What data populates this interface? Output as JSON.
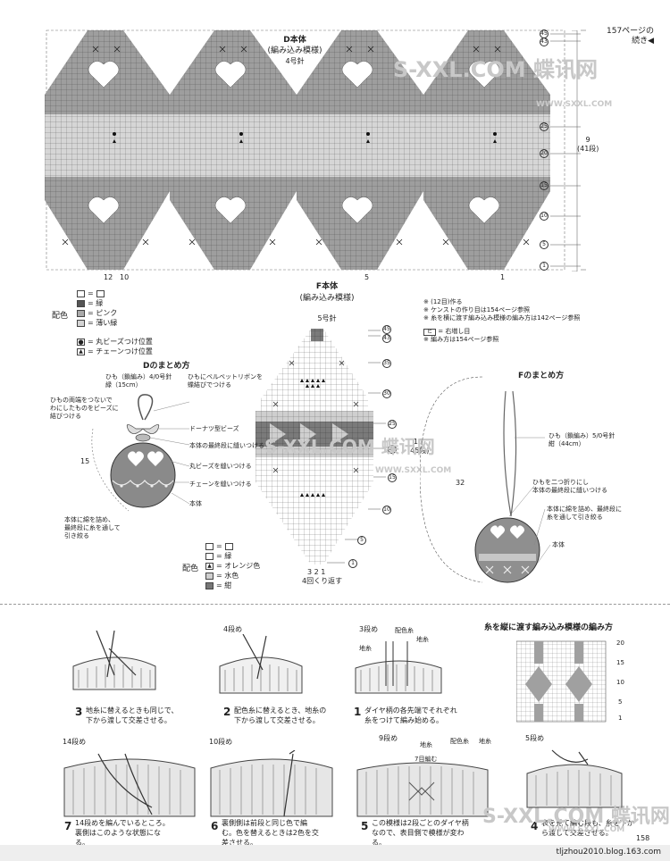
{
  "page": {
    "continue_note": "157ページの\n続き◀",
    "page_number": "158",
    "footer": "tljzhou2010.blog.163.com"
  },
  "watermarks": {
    "site": "S-XXL.COM 蝶讯网",
    "url": "WWW.SXXL.COM"
  },
  "chart_d": {
    "title": "D本体",
    "subtitle": "(編み込み模様)",
    "needle": "4号針",
    "bottom_numbers": [
      "12",
      "10",
      "5",
      "1"
    ],
    "right_rows": [
      "45",
      "43",
      "25",
      "20",
      "15",
      "10",
      "5",
      "1"
    ],
    "right_note": "9\n(41段)",
    "colors": {
      "dark": "#6b6b6b",
      "mid": "#a9a9a9",
      "light": "#ffffff"
    }
  },
  "legend_d": {
    "label": "配色",
    "items": [
      {
        "sym": "□=□",
        "text": "="
      },
      {
        "sym": "■",
        "text": "= 緑"
      },
      {
        "sym": "▨",
        "text": "= ピンク"
      },
      {
        "sym": "▦",
        "text": "= 薄い緑"
      }
    ],
    "beads": [
      {
        "sym": "●",
        "text": "= 丸ビーズつけ位置"
      },
      {
        "sym": "▲",
        "text": "= チェーンつけ位置"
      }
    ]
  },
  "notes_top": {
    "lines": [
      "※ (12目)作る",
      "※ ケンストの作り目は154ページ参照",
      "※ 糸を横に渡す編み込み模様の編み方は142ページ参照"
    ],
    "symbol_line": "= 右増し目",
    "symbol_line2": "※ 編み方は154ページ参照"
  },
  "chart_f": {
    "title": "F本体",
    "subtitle": "(編み込み模様)",
    "needle": "5号針",
    "bottom_numbers": "3 2 1",
    "bottom_note": "4回くり返す",
    "right_rows": [
      "45",
      "43",
      "35",
      "30",
      "25",
      "20",
      "15",
      "10",
      "5",
      "1"
    ],
    "right_note": "10\n(45段)"
  },
  "legend_f": {
    "label": "配色",
    "items": [
      {
        "sym": "□=□",
        "text": ""
      },
      {
        "sym": "□",
        "text": "= 緑"
      },
      {
        "sym": "▲",
        "text": "= オレンジ色"
      },
      {
        "sym": "▦",
        "text": "= 水色"
      },
      {
        "sym": "■",
        "text": "= 紺"
      }
    ]
  },
  "d_assembly": {
    "title": "Dのまとめ方",
    "cord": "ひも（鎖編み）4/0号針\n緑（15cm）",
    "labels": [
      "ひもにベルベットリボンを\n蝶結びでつける",
      "ドーナツ型ビーズ",
      "本体の最終段に縫いつける",
      "丸ビーズを縫いつける",
      "チェーンを縫いつける",
      "本体"
    ],
    "left_note": "ひもの両端をつないで\nわにしたものをビーズに\n結びつける",
    "bottom_note": "本体に綿を詰め、\n最終段に糸を通して\n引き絞る",
    "height": "15"
  },
  "f_assembly": {
    "title": "Fのまとめ方",
    "cord": "ひも（鎖編み）5/0号針\n紺（44cm）",
    "fold_note": "ひもを二つ折りにし\n本体の最終段に縫いつける",
    "fill_note": "本体に綿を詰め、最終段に\n糸を通して引き絞る",
    "body": "本体",
    "height": "32"
  },
  "section_title": "糸を縦に渡す編み込み模様の編み方",
  "steps": [
    {
      "num": "3",
      "row": "",
      "caption": "地糸に替えるときも同じで、下から渡して交差させる。"
    },
    {
      "num": "2",
      "row": "4段め",
      "caption": "配色糸に替えるとき、地糸の下から渡して交差させる。"
    },
    {
      "num": "1",
      "row": "3段め",
      "caption": "ダイヤ柄の各先端でそれぞれ糸をつけて編み始める。",
      "tags": [
        "配色糸",
        "地糸",
        "地糸"
      ]
    },
    {
      "num": "7",
      "row": "14段め",
      "caption": "14段めを編んでいるところ。裏側はこのような状態になる。"
    },
    {
      "num": "6",
      "row": "10段め",
      "caption": "裏側側は前段と同じ色で編む。色を替えるときは2色を交差させる。"
    },
    {
      "num": "5",
      "row": "9段め",
      "caption": "この模様は2段ごとのダイヤ柄なので、表目側で模様が変わる。",
      "tags": [
        "地糸",
        "配色糸",
        "地糸",
        "7目編む"
      ]
    },
    {
      "num": "4",
      "row": "5段め",
      "caption": "表を見て編む段も、糸を下から渡して交差させる。"
    }
  ],
  "mini_chart": {
    "rows": [
      "20",
      "15",
      "10",
      "5",
      "1"
    ]
  }
}
